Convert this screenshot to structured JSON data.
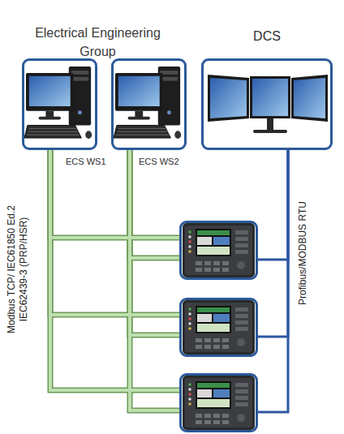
{
  "diagram": {
    "nodes": [
      {
        "text": [
          "ECS WS1"
        ]
      },
      {
        "text": [
          "ECS WS2"
        ]
      },
      {
        "text": [
          "DCS"
        ]
      },
      {
        "text": []
      },
      {
        "text": []
      },
      {
        "text": []
      }
    ],
    "edges": [
      {
        "from": 0,
        "to": 3,
        "arrow": "none"
      },
      {
        "from": 0,
        "to": 4,
        "arrow": "none"
      },
      {
        "from": 0,
        "to": 5,
        "arrow": "none"
      },
      {
        "from": 1,
        "to": 3,
        "arrow": "none"
      },
      {
        "from": 1,
        "to": 4,
        "arrow": "none"
      },
      {
        "from": 1,
        "to": 5,
        "arrow": "none"
      },
      {
        "from": 2,
        "to": 3,
        "arrow": "none"
      },
      {
        "from": 2,
        "to": 4,
        "arrow": "none"
      },
      {
        "from": 2,
        "to": 5,
        "arrow": "none"
      }
    ],
    "labels": [
      "Electrical Engineering Group",
      "Modbus TCP/ IEC61850 Ed.2 IEC62439-3 (PRP/HSR)",
      "Profibus/MODBUS RTU"
    ]
  }
}
